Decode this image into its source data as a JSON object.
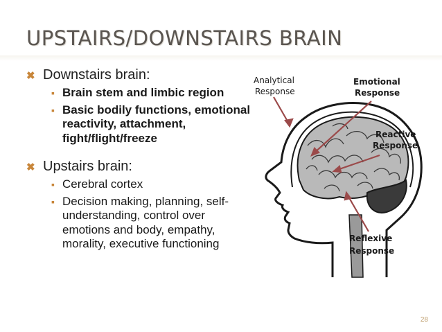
{
  "slide": {
    "title": "UPSTAIRS/DOWNSTAIRS BRAIN",
    "page_number": "28"
  },
  "sections": [
    {
      "heading": "Downstairs brain:",
      "items": [
        "Brain stem and limbic region",
        "Basic bodily functions, emotional reactivity, attachment, fight/flight/freeze"
      ]
    },
    {
      "heading": "Upstairs brain:",
      "items": [
        "Cerebral cortex",
        "Decision making, planning, self-understanding, control over emotions and body, empathy, morality, executive functioning"
      ]
    }
  ],
  "diagram": {
    "labels": {
      "analytical": [
        "Analytical",
        "Response"
      ],
      "emotional": [
        "Emotional",
        "Response"
      ],
      "reactive": [
        "Reactive",
        "Response"
      ],
      "reflexive": [
        "Reflexive",
        "Response"
      ]
    },
    "arrow_color": "#9b4a4a"
  },
  "colors": {
    "title": "#5a5550",
    "bullet_accent": "#c8863a"
  }
}
